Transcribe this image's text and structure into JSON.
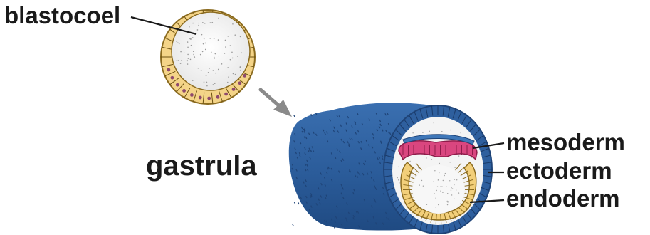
{
  "labels": {
    "blastocoel": "blastocoel",
    "gastrula": "gastrula",
    "mesoderm": "mesoderm",
    "ectoderm": "ectoderm",
    "endoderm": "endoderm"
  },
  "colors": {
    "ectoderm": "#2e5f9e",
    "ectoderm_dark": "#1f4478",
    "mesoderm": "#d9467f",
    "endoderm": "#f2cf7a",
    "endoderm_edge": "#8a6a1e",
    "blastula_cells": "#f4d488",
    "nucleus": "#8e4a6c",
    "cavity": "#f3f3f3",
    "label_text": "#1a1a1a",
    "arrow": "#8a8a8a"
  }
}
